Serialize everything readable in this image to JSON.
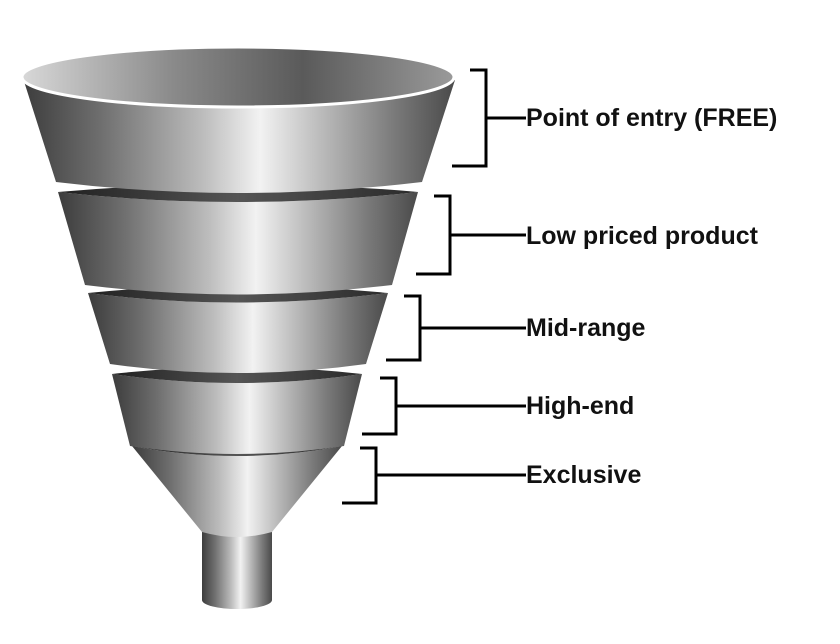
{
  "diagram": {
    "type": "funnel",
    "stages": [
      {
        "label": "Point of entry (FREE)"
      },
      {
        "label": "Low priced product"
      },
      {
        "label": "Mid-range"
      },
      {
        "label": "High-end"
      },
      {
        "label": "Exclusive"
      }
    ]
  },
  "colors": {
    "background": "#1a1a1a",
    "funnel_dark": "#3c3c3c",
    "funnel_mid": "#8e8e8e",
    "funnel_light": "#f2f2f2",
    "bracket": "#000000",
    "text": "#111111"
  }
}
